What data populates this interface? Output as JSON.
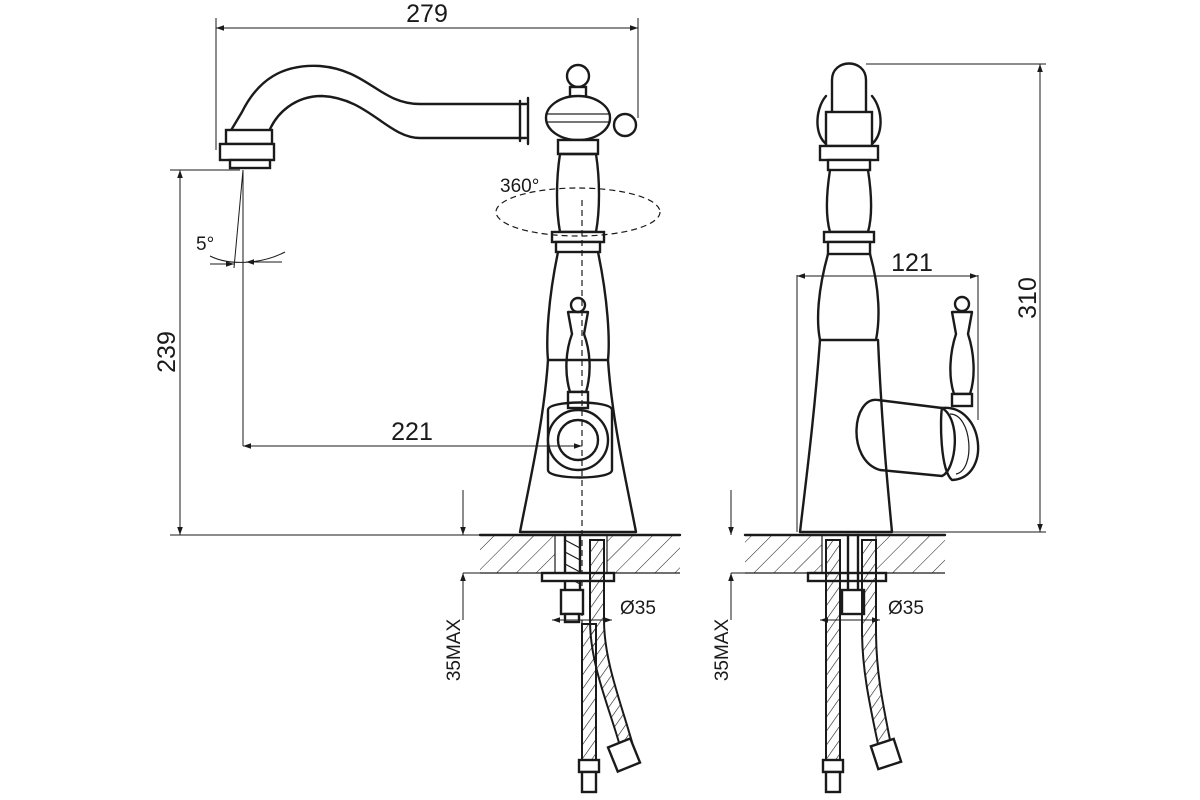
{
  "dimensions": {
    "overall_width": "279",
    "rotation": "360°",
    "tilt_angle": "5°",
    "spout_height": "239",
    "spout_reach": "221",
    "side_depth": "121",
    "overall_height": "310",
    "hole_diameter_front": "Ø35",
    "hole_diameter_side": "Ø35",
    "max_thickness_front": "35MAX",
    "max_thickness_side": "35MAX"
  },
  "colors": {
    "line": "#1a1a1a",
    "background": "#ffffff"
  }
}
